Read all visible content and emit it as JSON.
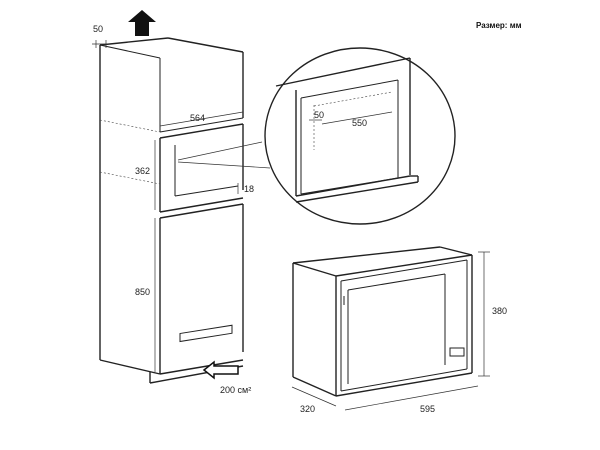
{
  "units_label": "Размер: мм",
  "dimensions": {
    "top_gap": "50",
    "niche_width": "564",
    "niche_height": "362",
    "ventilation_gap": "18",
    "lower_height": "850",
    "ventilation_area": "200 см²",
    "detail_gap": "50",
    "detail_depth": "550",
    "unit_height": "380",
    "unit_width": "595",
    "unit_depth": "320"
  },
  "colors": {
    "line": "#222222",
    "arrow": "#111111",
    "background": "#ffffff"
  },
  "icons": [
    "airflow-up-arrow-icon",
    "airflow-in-arrow-icon"
  ]
}
